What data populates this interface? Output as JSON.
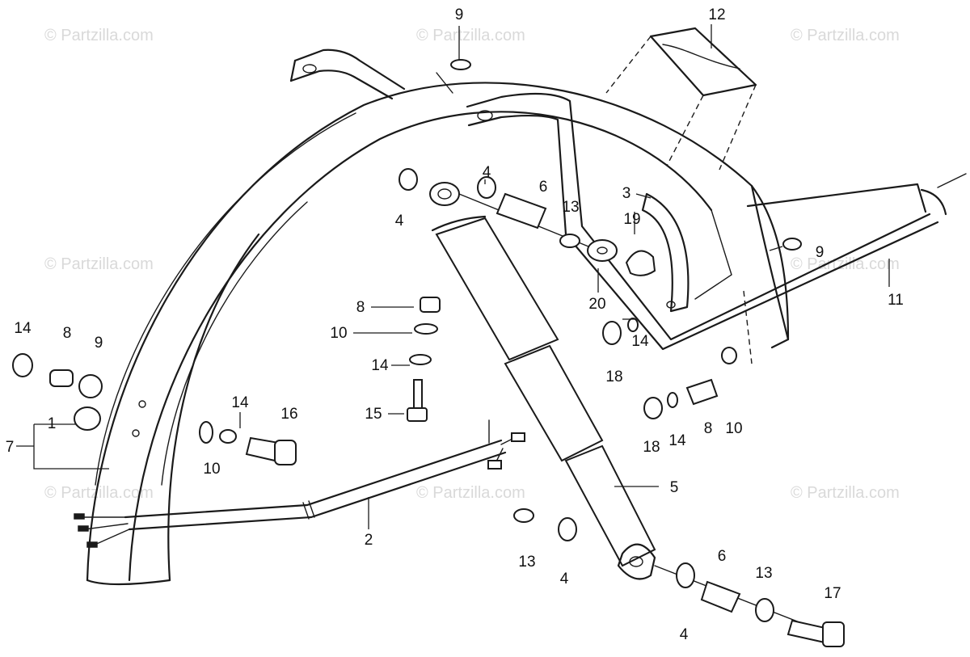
{
  "watermark": "© Partzilla.com",
  "callouts": {
    "c1": "1",
    "c2": "2",
    "c3": "3",
    "c4a": "4",
    "c4b": "4",
    "c4c": "4",
    "c4d": "4",
    "c5": "5",
    "c6a": "6",
    "c6b": "6",
    "c7": "7",
    "c8a": "8",
    "c8b": "8",
    "c8c": "8",
    "c9a": "9",
    "c9b": "9",
    "c9c": "9",
    "c10a": "10",
    "c10b": "10",
    "c10c": "10",
    "c11": "11",
    "c12": "12",
    "c13a": "13",
    "c13b": "13",
    "c13c": "13",
    "c14a": "14",
    "c14b": "14",
    "c14c": "14",
    "c14d": "14",
    "c14e": "14",
    "c15": "15",
    "c16": "16",
    "c17": "17",
    "c18a": "18",
    "c18b": "18",
    "c19": "19",
    "c20": "20"
  }
}
